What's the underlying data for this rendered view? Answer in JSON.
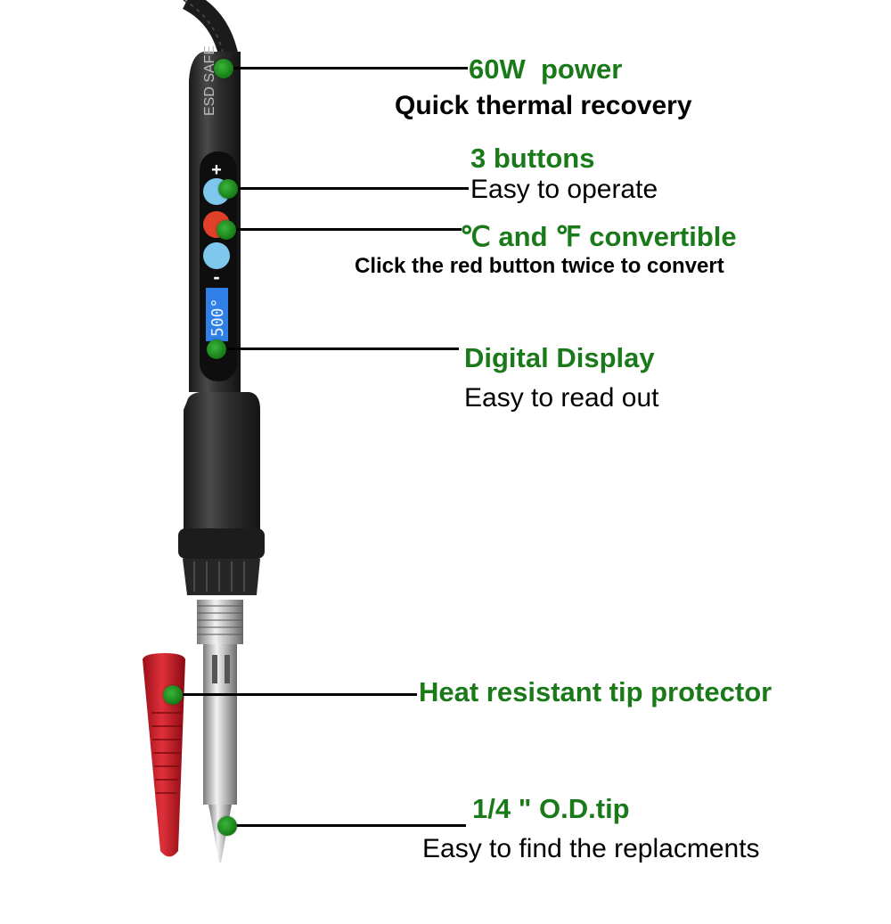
{
  "device": {
    "brand_marking": "ESD SAFE",
    "display_reading": "500°",
    "plus_sign": "+",
    "minus_sign": "-",
    "colors": {
      "handle": "#2b2b2b",
      "display": "#2f7fe6",
      "button_blue": "#7ec8ee",
      "button_red": "#e0402a",
      "protector": "#d01f2a",
      "callout_green": "#1a7a1a"
    }
  },
  "callouts": {
    "power": {
      "title": "60W  power",
      "subtitle": "Quick thermal recovery"
    },
    "buttons": {
      "title": "3 buttons",
      "subtitle": "Easy to operate"
    },
    "convert": {
      "title": "℃ and ℉ convertible",
      "subtitle": "Click the red button twice to convert"
    },
    "display": {
      "title": "Digital Display",
      "subtitle": "Easy to read out"
    },
    "protector": {
      "title": "Heat resistant tip protector"
    },
    "tip": {
      "title": "1/4 \" O.D.tip",
      "subtitle": "Easy to find the replacments"
    }
  }
}
